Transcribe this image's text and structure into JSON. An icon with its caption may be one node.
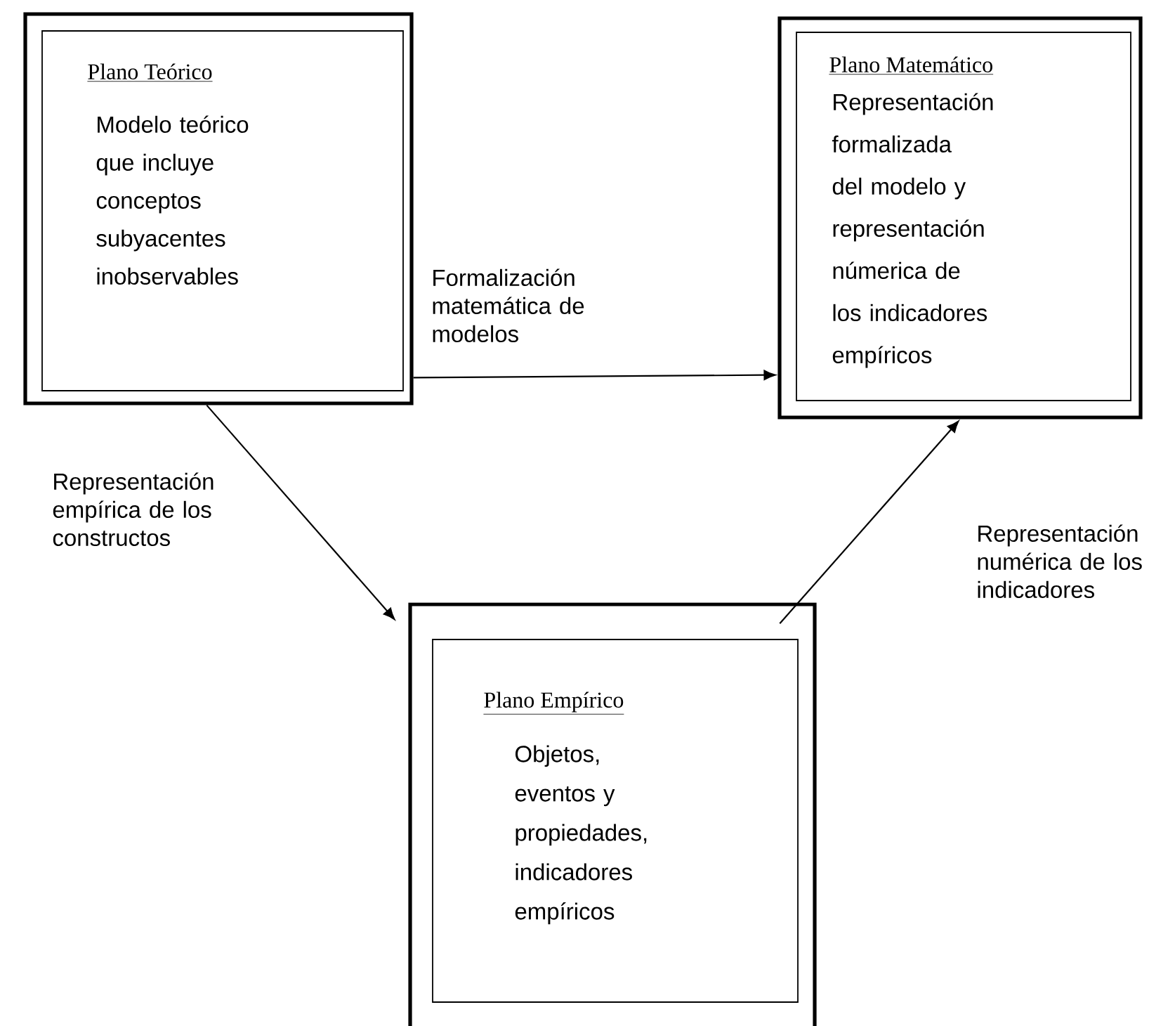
{
  "diagram": {
    "nodes": [
      {
        "text": [
          "Plano Teórico",
          "Modelo teórico que incluye conceptos subyacentes inobservables"
        ]
      },
      {
        "text": [
          "Plano Matemático",
          "Representación formalizada del modelo y representación númerica de los indicadores empíricos"
        ]
      },
      {
        "text": [
          "Plano Empírico",
          "Objetos, eventos y propiedades, indicadores empíricos"
        ]
      }
    ],
    "edges": [
      {
        "from": 0,
        "to": 1,
        "arrow": "to",
        "label": "Formalización matemática de modelos"
      },
      {
        "from": 0,
        "to": 2,
        "arrow": "to",
        "label": "Representación empírica de los constructos"
      },
      {
        "from": 2,
        "to": 1,
        "arrow": "to",
        "label": "Representación numérica de los indicadores"
      }
    ]
  }
}
